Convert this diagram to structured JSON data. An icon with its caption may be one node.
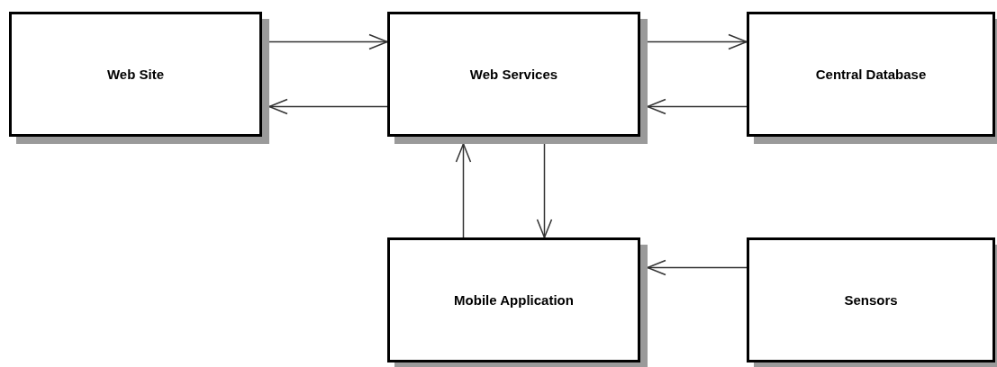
{
  "diagram": {
    "nodes": [
      {
        "text": [
          "Web Site"
        ]
      },
      {
        "text": [
          "Web Services"
        ]
      },
      {
        "text": [
          "Central Database"
        ]
      },
      {
        "text": [
          "Mobile Application"
        ]
      },
      {
        "text": [
          "Sensors"
        ]
      }
    ],
    "edges": [
      {
        "from": 0,
        "to": 1,
        "arrow": "to"
      },
      {
        "from": 1,
        "to": 0,
        "arrow": "to"
      },
      {
        "from": 1,
        "to": 2,
        "arrow": "to"
      },
      {
        "from": 2,
        "to": 1,
        "arrow": "to"
      },
      {
        "from": 1,
        "to": 3,
        "arrow": "to"
      },
      {
        "from": 3,
        "to": 1,
        "arrow": "to"
      },
      {
        "from": 4,
        "to": 3,
        "arrow": "to"
      }
    ]
  }
}
